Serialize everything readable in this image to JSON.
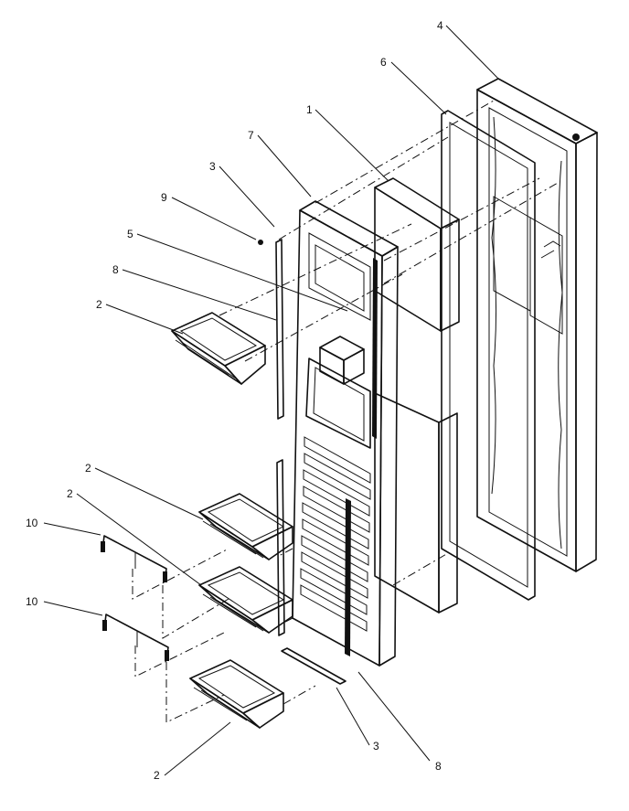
{
  "diagram": {
    "callouts": [
      {
        "id": "c4",
        "label": "4"
      },
      {
        "id": "c6",
        "label": "6"
      },
      {
        "id": "c1",
        "label": "1"
      },
      {
        "id": "c7",
        "label": "7"
      },
      {
        "id": "c3a",
        "label": "3"
      },
      {
        "id": "c9",
        "label": "9"
      },
      {
        "id": "c5",
        "label": "5"
      },
      {
        "id": "c8a",
        "label": "8"
      },
      {
        "id": "c2a",
        "label": "2"
      },
      {
        "id": "c2b",
        "label": "2"
      },
      {
        "id": "c2c",
        "label": "2"
      },
      {
        "id": "c10a",
        "label": "10"
      },
      {
        "id": "c10b",
        "label": "10"
      },
      {
        "id": "c8b",
        "label": "8"
      },
      {
        "id": "c3b",
        "label": "3"
      },
      {
        "id": "c2d",
        "label": "2"
      }
    ]
  }
}
